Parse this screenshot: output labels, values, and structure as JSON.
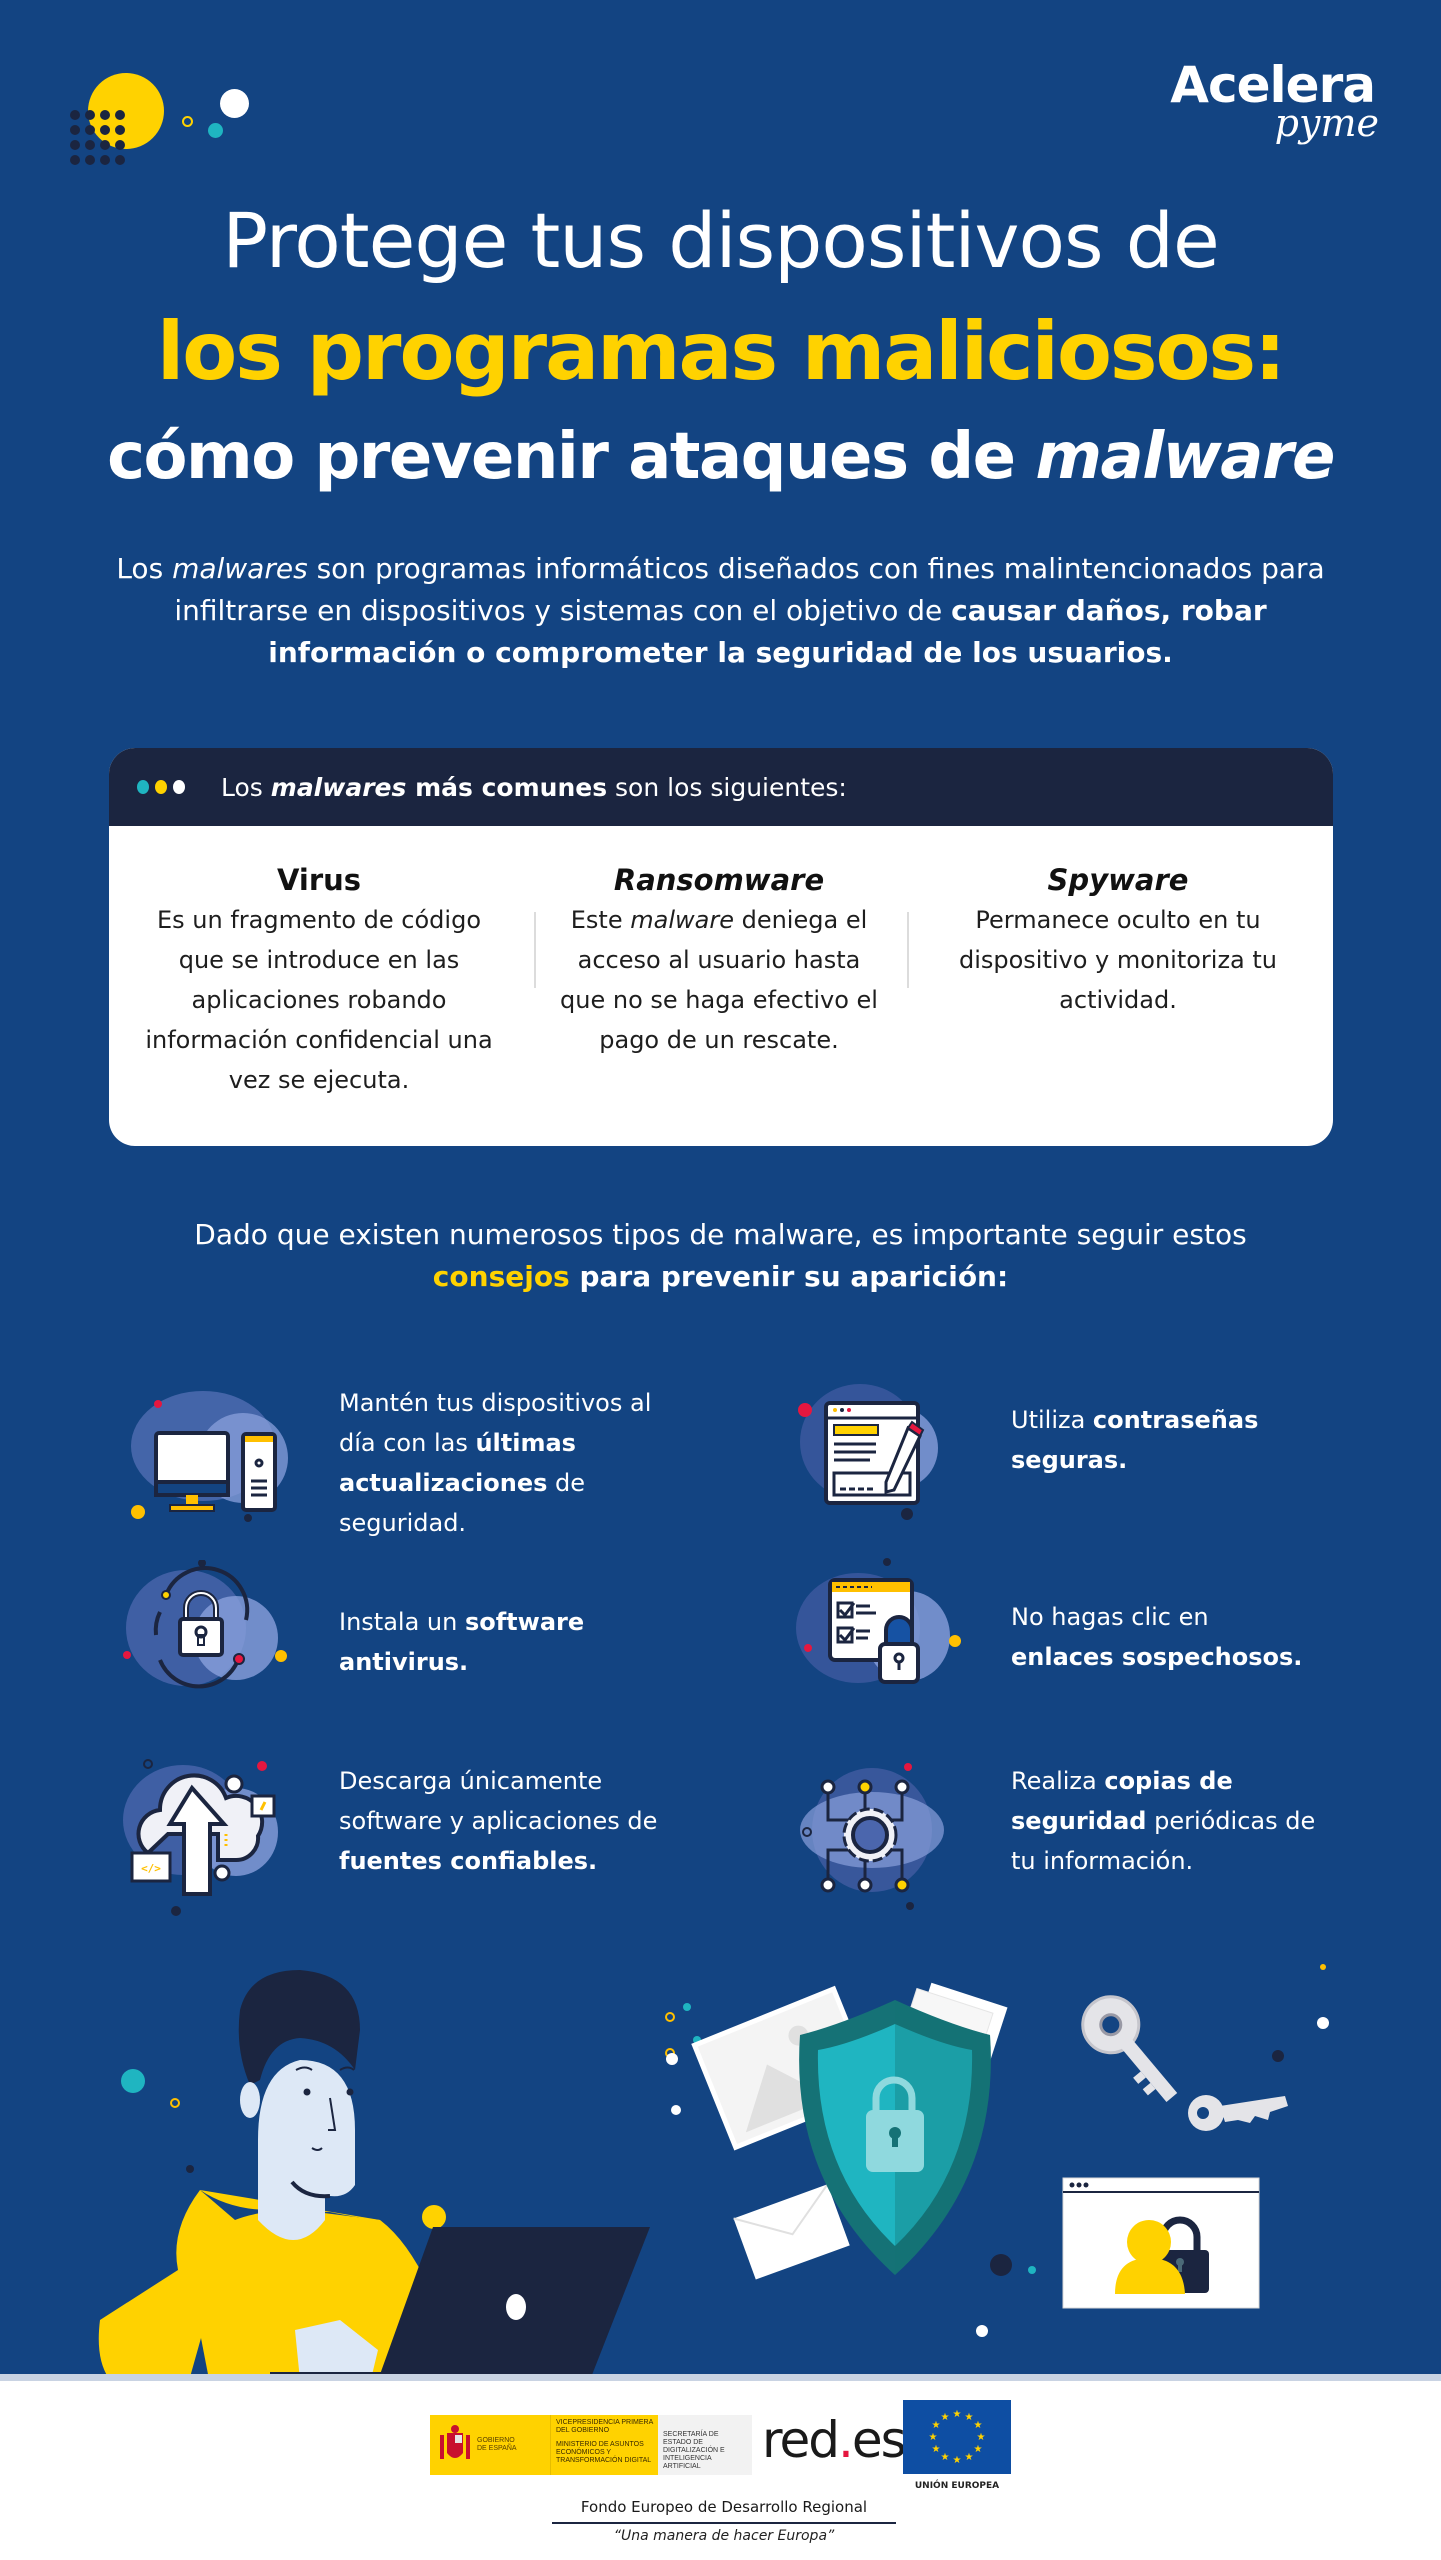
{
  "logo": {
    "main": "Acelera",
    "sub": "pyme"
  },
  "title": {
    "line1": "Protege tus dispositivos de",
    "line2": "los programas maliciosos:",
    "line3_prefix": "cómo prevenir ataques de ",
    "line3_emphasis": "malware"
  },
  "intro": {
    "part1": "Los ",
    "em": "malwares",
    "part2": " son programas informáticos diseñados con fines malintencionados para infiltrarse en dispositivos y sistemas con el objetivo de ",
    "bold": "causar daños, robar información o comprometer la seguridad de los usuarios."
  },
  "card": {
    "header": {
      "pre": "Los ",
      "em": "malwares",
      "bold": " más comunes",
      "post": " son los siguientes:"
    },
    "header_dot_colors": [
      "#1fb5c1",
      "#ffd200",
      "#ffffff"
    ],
    "types": [
      {
        "name": "Virus",
        "description": "Es un fragmento de código que se introduce en las aplicaciones robando información confidencial una vez se ejecuta."
      },
      {
        "name": "Ransomware",
        "desc_pre": "Este ",
        "desc_em": "malware",
        "desc_post": " deniega el acceso al usuario hasta que no se haga efectivo el pago de un rescate."
      },
      {
        "name": "Spyware",
        "description": "Permanece oculto en tu dispositivo y monitoriza tu actividad."
      }
    ]
  },
  "tips_heading": {
    "line1": "Dado que existen numerosos tipos de malware, es importante seguir estos",
    "highlight": "consejos",
    "rest": " para prevenir su aparición:"
  },
  "tips": [
    {
      "icon": "computer-icon",
      "pre": "Mantén tus dispositivos al día con las ",
      "bold": "últimas actualizaciones",
      "post": " de seguridad."
    },
    {
      "icon": "password-form-icon",
      "pre": "Utiliza ",
      "bold": "contraseñas seguras.",
      "post": ""
    },
    {
      "icon": "padlock-icon",
      "pre": "Instala un ",
      "bold": "software antivirus.",
      "post": ""
    },
    {
      "icon": "secure-checklist-icon",
      "pre": "No hagas clic en ",
      "bold": "enlaces sospechosos.",
      "post": ""
    },
    {
      "icon": "cloud-upload-icon",
      "pre": "Descarga únicamente software y aplicaciones de ",
      "bold": "fuentes confiables.",
      "post": ""
    },
    {
      "icon": "gear-network-icon",
      "pre": "Realiza ",
      "bold": "copias de seguridad",
      "post": " periódicas de tu información."
    }
  ],
  "footer": {
    "gov_name": "GOBIERNO DE ESPAÑA",
    "vice": "VICEPRESIDENCIA PRIMERA DEL GOBIERNO",
    "ministry": "MINISTERIO DE ASUNTOS ECONÓMICOS Y TRANSFORMACIÓN DIGITAL",
    "secretary": "SECRETARÍA DE ESTADO DE DIGITALIZACIÓN E INTELIGENCIA ARTIFICIAL",
    "redes_a": "red",
    "redes_dot": ".",
    "redes_b": "es",
    "eu_label": "UNIÓN EUROPEA",
    "fund": "Fondo Europeo de Desarrollo Regional",
    "motto": "“Una manera de hacer Europa”"
  },
  "colors": {
    "background": "#134482",
    "navy": "#1b2540",
    "yellow": "#ffd200",
    "teal": "#1fb5c1",
    "red": "#e5173f"
  }
}
